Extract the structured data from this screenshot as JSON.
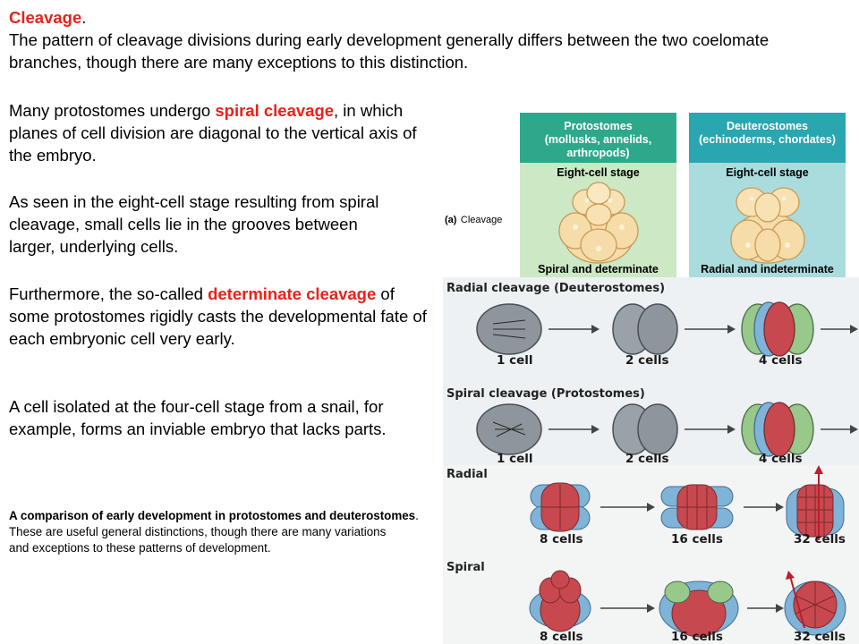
{
  "text": {
    "title_red": "Cleavage",
    "title_dot": ".",
    "intro": "The pattern of cleavage divisions during early development generally differs between the two coelomate branches, though there are many exceptions to this distinction.",
    "p1_pre": "Many protostomes undergo ",
    "p1_red": "spiral cleavage",
    "p1_post": ", in which planes of cell division are diagonal to the vertical axis of the embryo.",
    "p2": "As seen in the eight-cell stage resulting from spiral cleavage, small cells lie in the grooves between larger, underlying cells.",
    "p3_pre": "Furthermore, the so-called ",
    "p3_red": "determinate cleavage",
    "p3_post": " of some protostomes rigidly casts the developmental fate of each embryonic cell very early.",
    "p4": "A cell isolated at the four-cell stage from a snail, for example, forms an inviable embryo that lacks parts.",
    "caption_bold": "A comparison of early development in protostomes and deuterostomes",
    "caption_bold_dot": ".",
    "caption_line2": "These are useful general distinctions, though there are many variations",
    "caption_line3": "and exceptions to these patterns of development",
    "caption_line3_dot": "."
  },
  "figure_a": {
    "part_label": "(a)",
    "row_label": "Cleavage",
    "protostomes": {
      "title": "Protostomes",
      "subtitle": "(mollusks, annelids, arthropods)",
      "stage": "Eight-cell stage",
      "pattern": "Spiral and determinate"
    },
    "deuterostomes": {
      "title": "Deuterostomes",
      "subtitle": "(echinoderms, chordates)",
      "stage": "Eight-cell stage",
      "pattern": "Radial and indeterminate"
    },
    "colors": {
      "proto_head": "#2ea88a",
      "proto_body": "#cce8c4",
      "deutero_head": "#2aa6b0",
      "deutero_body": "#aadcde",
      "embryo": "#f5dca6",
      "embryo_edge": "#c8a060"
    }
  },
  "figure_b": {
    "radial_title": "Radial cleavage (Deuterostomes)",
    "spiral_title": "Spiral cleavage (Protostomes)",
    "counts": [
      "1 cell",
      "2 cells",
      "4 cells"
    ]
  },
  "figure_c": {
    "radial_label": "Radial",
    "spiral_label": "Spiral",
    "counts": [
      "8 cells",
      "16 cells",
      "32 cells"
    ],
    "colors": {
      "blue": "#7fb3d8",
      "red": "#c8484f",
      "green": "#98c88a"
    }
  }
}
